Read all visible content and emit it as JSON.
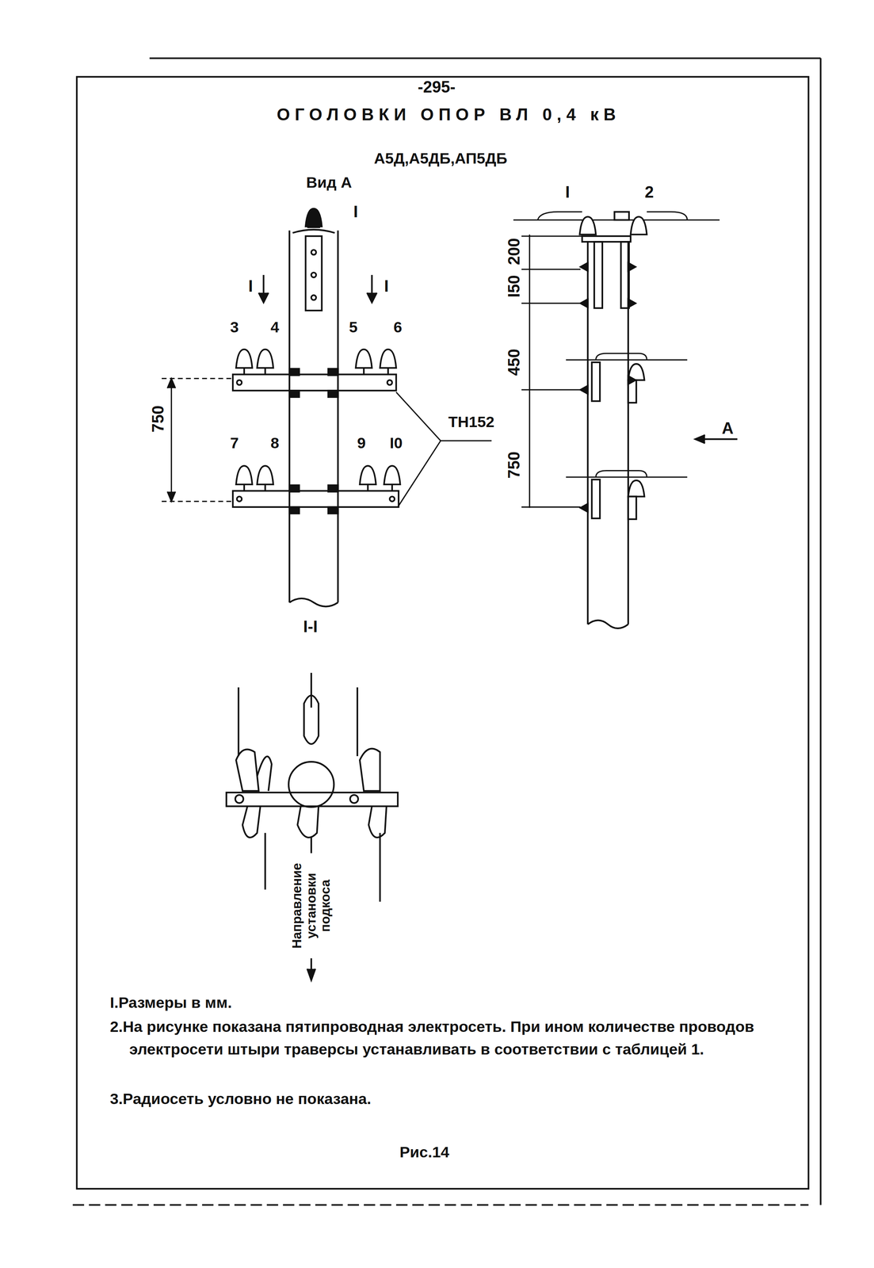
{
  "diagram": {
    "title": "ОГОЛОВКИ ОПОР ВЛ 0,4 кВ",
    "caption": "Рис.14",
    "labels": [
      "-295-",
      "А5Д,А5ДБ,АП5ДБ",
      "Вид А",
      "I",
      "I",
      "I",
      "3",
      "4",
      "5",
      "6",
      "750",
      "ТН152",
      "7",
      "8",
      "9",
      "I0",
      "I",
      "2",
      "200",
      "I50",
      "450",
      "750",
      "А",
      "I-I",
      "Направление установки подкоса",
      "I.Размеры в мм.",
      "2.На рисунке показана пятипроводная электросеть. При ином количестве проводов электросети штыри траверсы устанавливать в соответствии с таблицей 1.",
      "3.Радиосеть условно не показана."
    ]
  }
}
